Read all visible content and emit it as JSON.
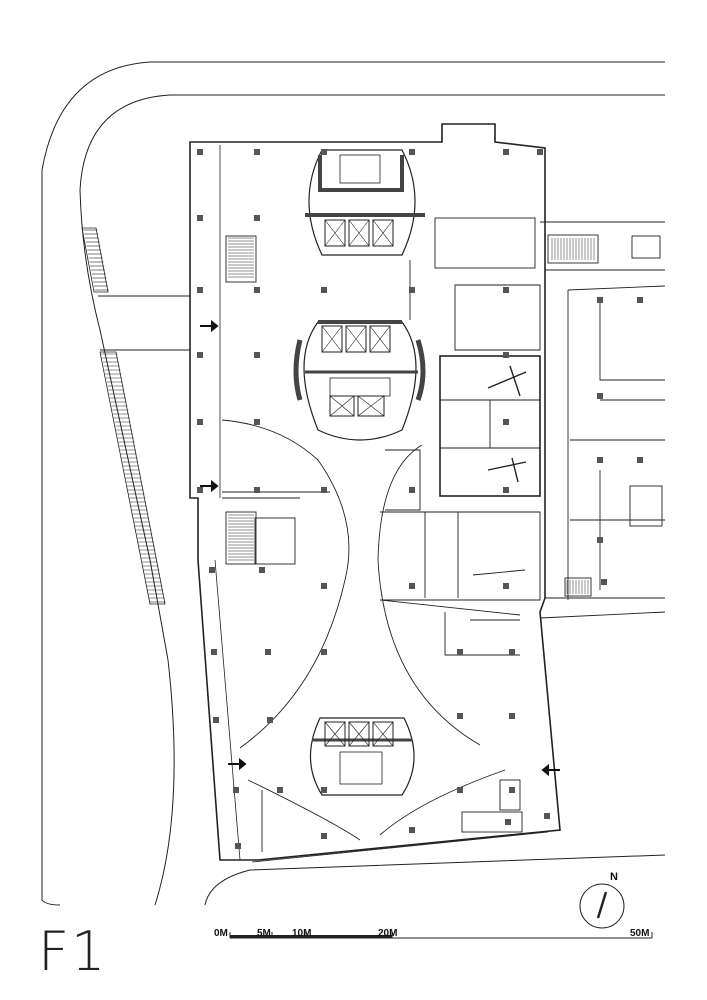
{
  "floor": {
    "label": "F1"
  },
  "north": {
    "label": "N"
  },
  "scale_bar": {
    "labels": [
      "0M",
      "5M",
      "10M",
      "20M",
      "50M"
    ]
  }
}
